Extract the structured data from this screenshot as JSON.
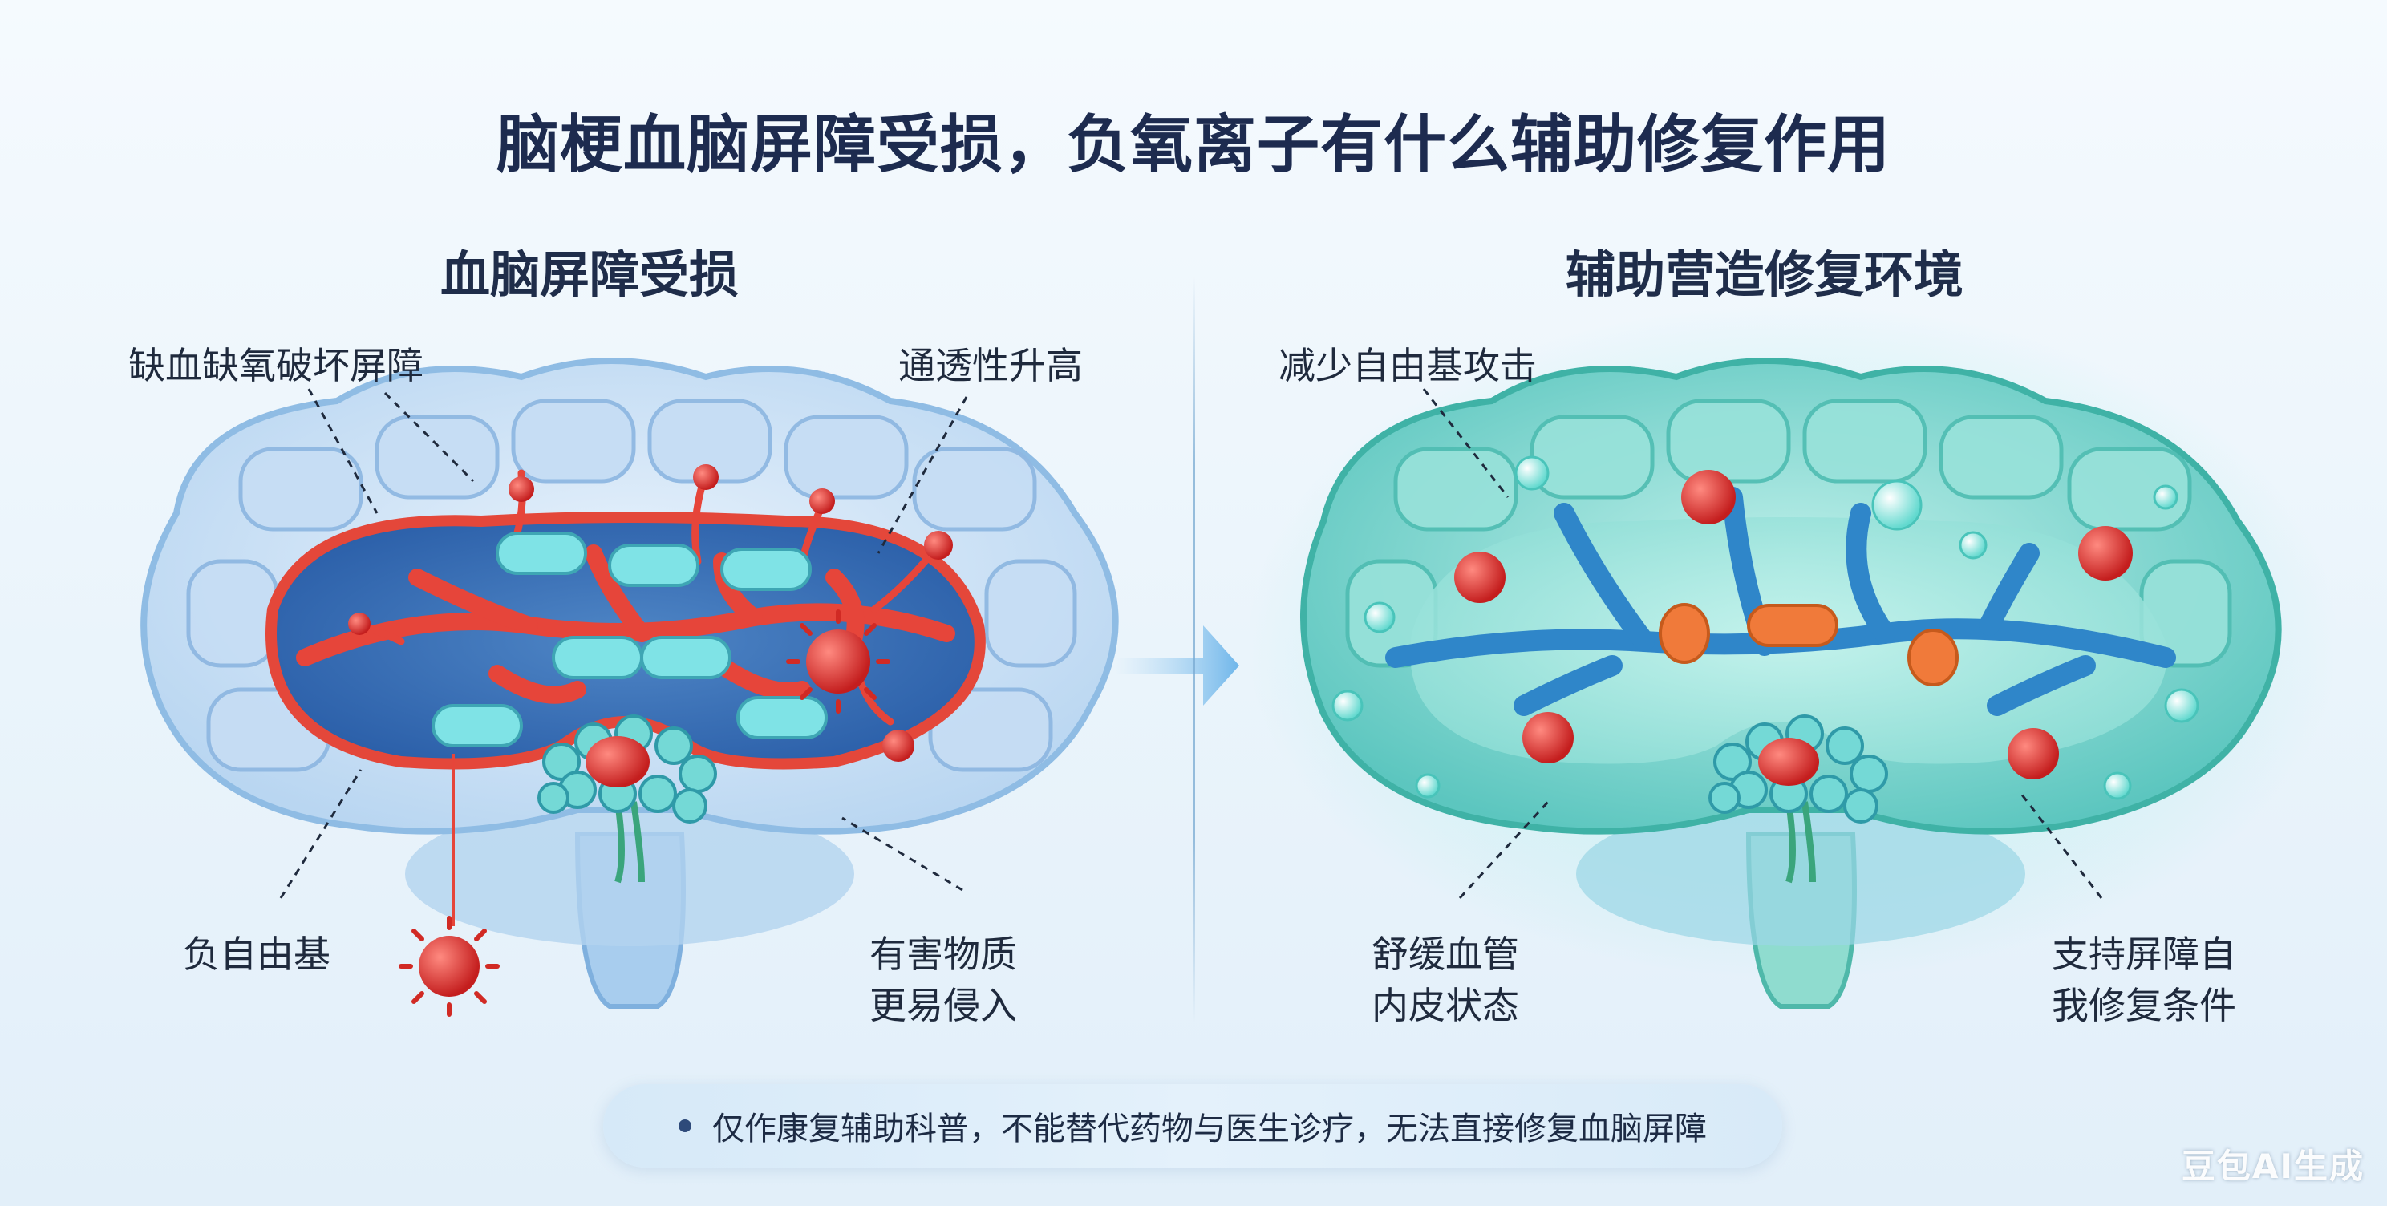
{
  "title": "脑梗血脑屏障受损，负氧离子有什么辅助修复作用",
  "left_panel": {
    "title": "血脑屏障受损",
    "labels": {
      "top_left": "缺血缺氧破坏屏障",
      "top_right": "通透性升高",
      "bottom_left": "负自由基",
      "bottom_right_line1": "有害物质",
      "bottom_right_line2": "更易侵入"
    }
  },
  "right_panel": {
    "title": "辅助营造修复环境",
    "labels": {
      "top_left": "减少自由基攻击",
      "bottom_left_line1": "舒缓血管",
      "bottom_left_line2": "内皮状态",
      "bottom_right_line1": "支持屏障自",
      "bottom_right_line2": "我修复条件"
    }
  },
  "disclaimer": "仅作康复辅助科普，不能替代药物与医生诊疗，无法直接修复血脑屏障",
  "watermark": "豆包AI生成",
  "colors": {
    "left_tissue": "#cfe3f6",
    "left_vessel": "#e6453a",
    "right_tissue": "#7fd6cf",
    "right_vessel": "#2f86c9"
  }
}
